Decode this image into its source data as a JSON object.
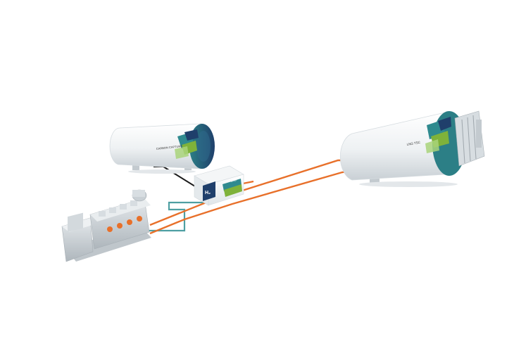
{
  "labels": {
    "carbon_tank": "CARBON CAPTURE",
    "h2_module": "H₂",
    "lng_module": "LNG",
    "lng_tank": "LNG TSC"
  },
  "colors": {
    "background": "#ffffff",
    "tank_body": "#eef1f3",
    "tank_shadow": "#c9d0d5",
    "teal": "#2f8a8f",
    "navy": "#1f3f6b",
    "green": "#7fb23a",
    "orange_pipe": "#e8702a",
    "teal_pipe": "#4e9fa2",
    "black_pipe": "#1a1a1a",
    "engine": "#c7cdd1"
  },
  "icons": [
    "carbon-capture-tank",
    "h2-lng-module",
    "engine-genset",
    "lng-fuel-tank",
    "cold-box"
  ]
}
